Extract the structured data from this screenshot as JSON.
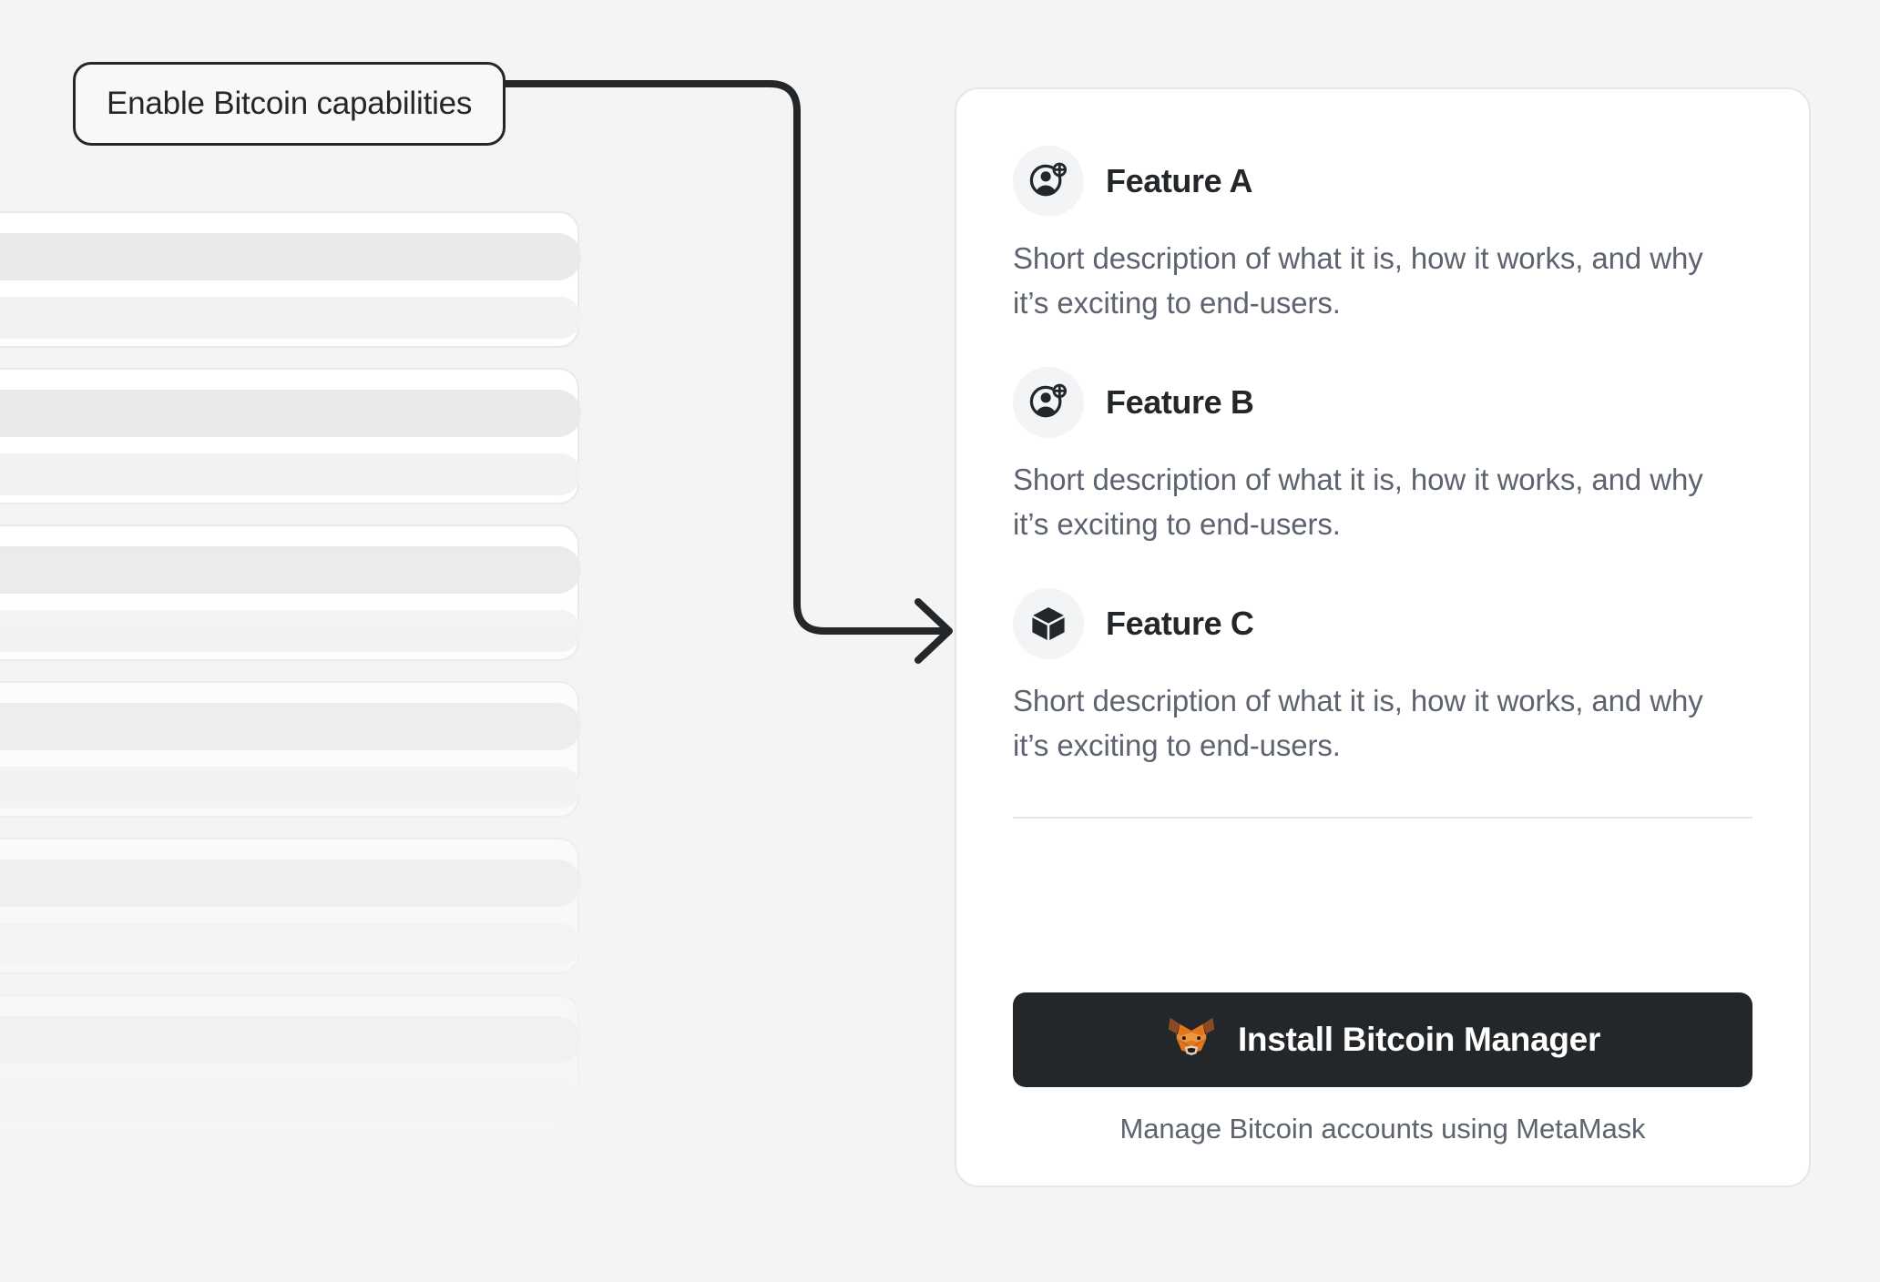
{
  "callout": {
    "label": "Enable Bitcoin capabilities",
    "dot_color": "#24272A",
    "border_color": "#24272A"
  },
  "connector": {
    "stroke_color": "#24272A",
    "arrow_icon": "arrow-right-icon"
  },
  "background": {
    "canvas_color": "#F3F4F3",
    "skeleton_cards": [
      {
        "bar_primary": "",
        "bar_secondary": ""
      },
      {
        "bar_primary": "",
        "bar_secondary": ""
      },
      {
        "bar_primary": "",
        "bar_secondary": ""
      },
      {
        "bar_primary": "",
        "bar_secondary": ""
      },
      {
        "bar_primary": "",
        "bar_secondary": ""
      },
      {
        "bar_primary": "",
        "bar_secondary": ""
      }
    ]
  },
  "card": {
    "background_color": "#FFFFFF",
    "border_color": "#E4E6E8",
    "features": [
      {
        "icon": "user-add-icon",
        "title": "Feature A",
        "description": "Short description of what it is, how it works, and why it’s exciting to end-users."
      },
      {
        "icon": "user-add-icon",
        "title": "Feature B",
        "description": "Short description of what it is, how it works, and why it’s exciting to end-users."
      },
      {
        "icon": "cube-icon",
        "title": "Feature C",
        "description": "Short description of what it is, how it works, and why it’s exciting to end-users."
      }
    ],
    "footer": {
      "install_button": {
        "label": "Install Bitcoin Manager",
        "icon": "metamask-fox-icon",
        "background_color": "#24272A",
        "text_color": "#FFFFFF"
      },
      "caption": "Manage Bitcoin accounts using MetaMask"
    }
  },
  "colors": {
    "text_primary": "#24272A",
    "text_secondary": "#5D6470",
    "icon_bubble": "#F2F4F6",
    "metamask_orange": "#E88A3C",
    "metamask_orange_dark": "#E2761B",
    "metamask_brown": "#8B4A26",
    "metamask_cream": "#E4CFC0"
  }
}
